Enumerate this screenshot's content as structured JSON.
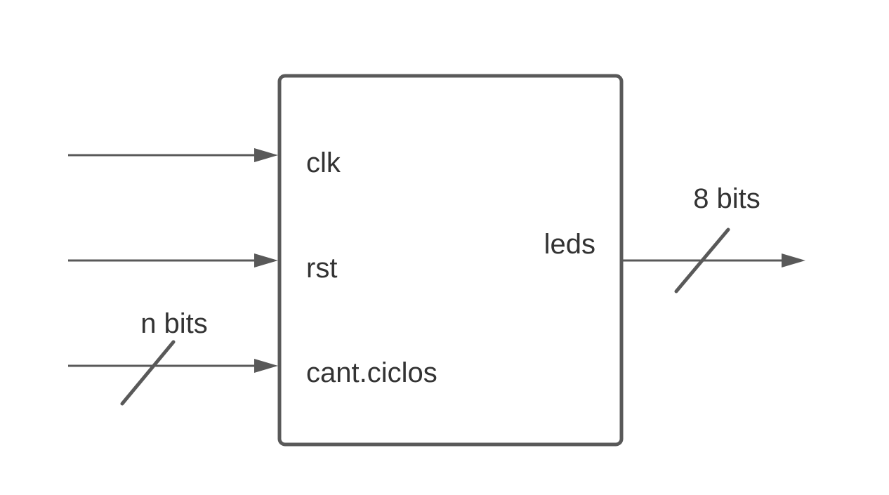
{
  "block": {
    "ports_in": {
      "clk": "clk",
      "rst": "rst",
      "cant_ciclos": "cant.ciclos"
    },
    "ports_out": {
      "leds": "leds"
    }
  },
  "buses": {
    "input_width": "n bits",
    "output_width": "8 bits"
  },
  "colors": {
    "stroke": "#595959",
    "text": "#333333"
  }
}
